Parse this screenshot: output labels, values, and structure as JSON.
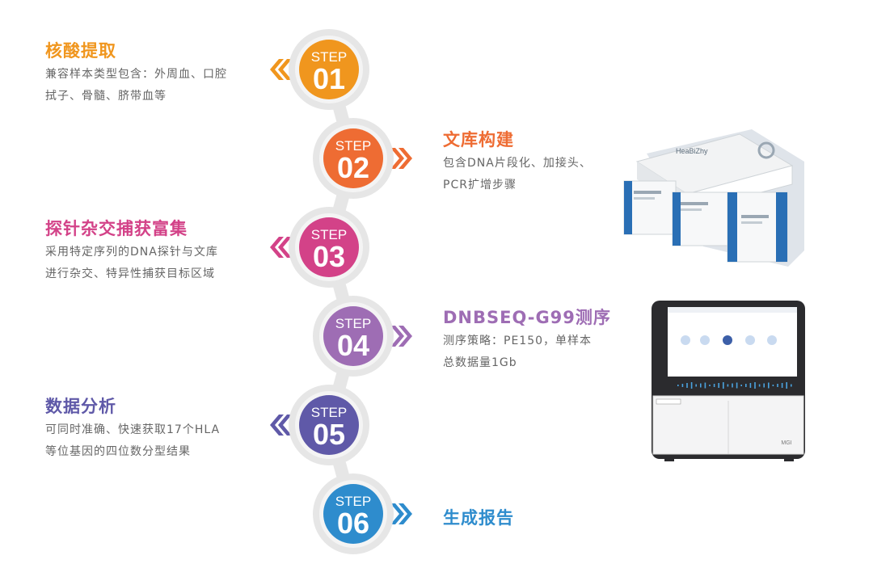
{
  "colors": {
    "step1": "#F0961E",
    "step2": "#EE6C33",
    "step3": "#D34288",
    "step4": "#9E6DB4",
    "step5": "#5F59A8",
    "step6": "#2E8CCD",
    "track": "#E6E6E6",
    "desc_text": "#666666"
  },
  "steps": [
    {
      "word": "STEP",
      "num": "01",
      "title": "核酸提取",
      "desc": [
        "兼容样本类型包含：外周血、口腔",
        "拭子、骨髓、脐带血等"
      ]
    },
    {
      "word": "STEP",
      "num": "02",
      "title": "文库构建",
      "desc": [
        "包含DNA片段化、加接头、",
        "PCR扩增步骤"
      ]
    },
    {
      "word": "STEP",
      "num": "03",
      "title": "探针杂交捕获富集",
      "desc": [
        "采用特定序列的DNA探针与文库",
        "进行杂交、特异性捕获目标区域"
      ]
    },
    {
      "word": "STEP",
      "num": "04",
      "title": "DNBSEQ-G99测序",
      "desc": [
        "测序策略：PE150，单样本",
        "总数据量1Gb"
      ]
    },
    {
      "word": "STEP",
      "num": "05",
      "title": "数据分析",
      "desc": [
        "可同时准确、快速获取17个HLA",
        "等位基因的四位数分型结果"
      ]
    },
    {
      "word": "STEP",
      "num": "06",
      "title": "生成报告",
      "desc": []
    }
  ],
  "kit": {
    "brand": "HeaBiZhy"
  },
  "sequencer": {
    "model": "DNBSEQ-G99",
    "brand": "MGI"
  },
  "icons": [
    "double-chevron-left-icon",
    "double-chevron-right-icon"
  ]
}
